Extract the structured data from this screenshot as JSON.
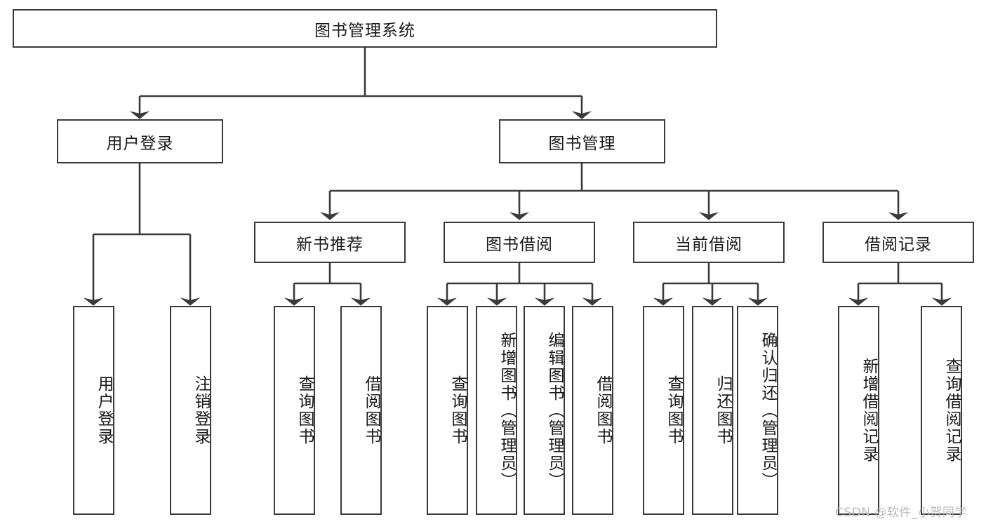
{
  "diagram": {
    "title": "图书管理系统",
    "type": "tree-hierarchy-diagram",
    "root": {
      "label": "图书管理系统"
    },
    "level2": [
      {
        "label": "用户登录"
      },
      {
        "label": "图书管理"
      }
    ],
    "level3": [
      {
        "label": "新书推荐"
      },
      {
        "label": "图书借阅"
      },
      {
        "label": "当前借阅"
      },
      {
        "label": "借阅记录"
      }
    ],
    "leaves": {
      "user_login": [
        {
          "label": "用户登录"
        },
        {
          "label": "注销登录"
        }
      ],
      "new_book_recommend": [
        {
          "label": "查询图书"
        },
        {
          "label": "借阅图书"
        }
      ],
      "book_borrow": [
        {
          "label": "查询图书"
        },
        {
          "label": "新增图书（管理员）"
        },
        {
          "label": "编辑图书（管理员）"
        },
        {
          "label": "借阅图书"
        }
      ],
      "current_borrow": [
        {
          "label": "查询图书"
        },
        {
          "label": "归还图书"
        },
        {
          "label": "确认归还（管理员）"
        }
      ],
      "borrow_record": [
        {
          "label": "新增借阅记录"
        },
        {
          "label": "查询借阅记录"
        }
      ]
    }
  },
  "watermark": {
    "text": "CSDN @软件_小贺同学"
  },
  "colors": {
    "border": "#3a3a3a",
    "text": "#1a1a1a",
    "background": "#ffffff",
    "watermark": "#b9b9b9"
  }
}
